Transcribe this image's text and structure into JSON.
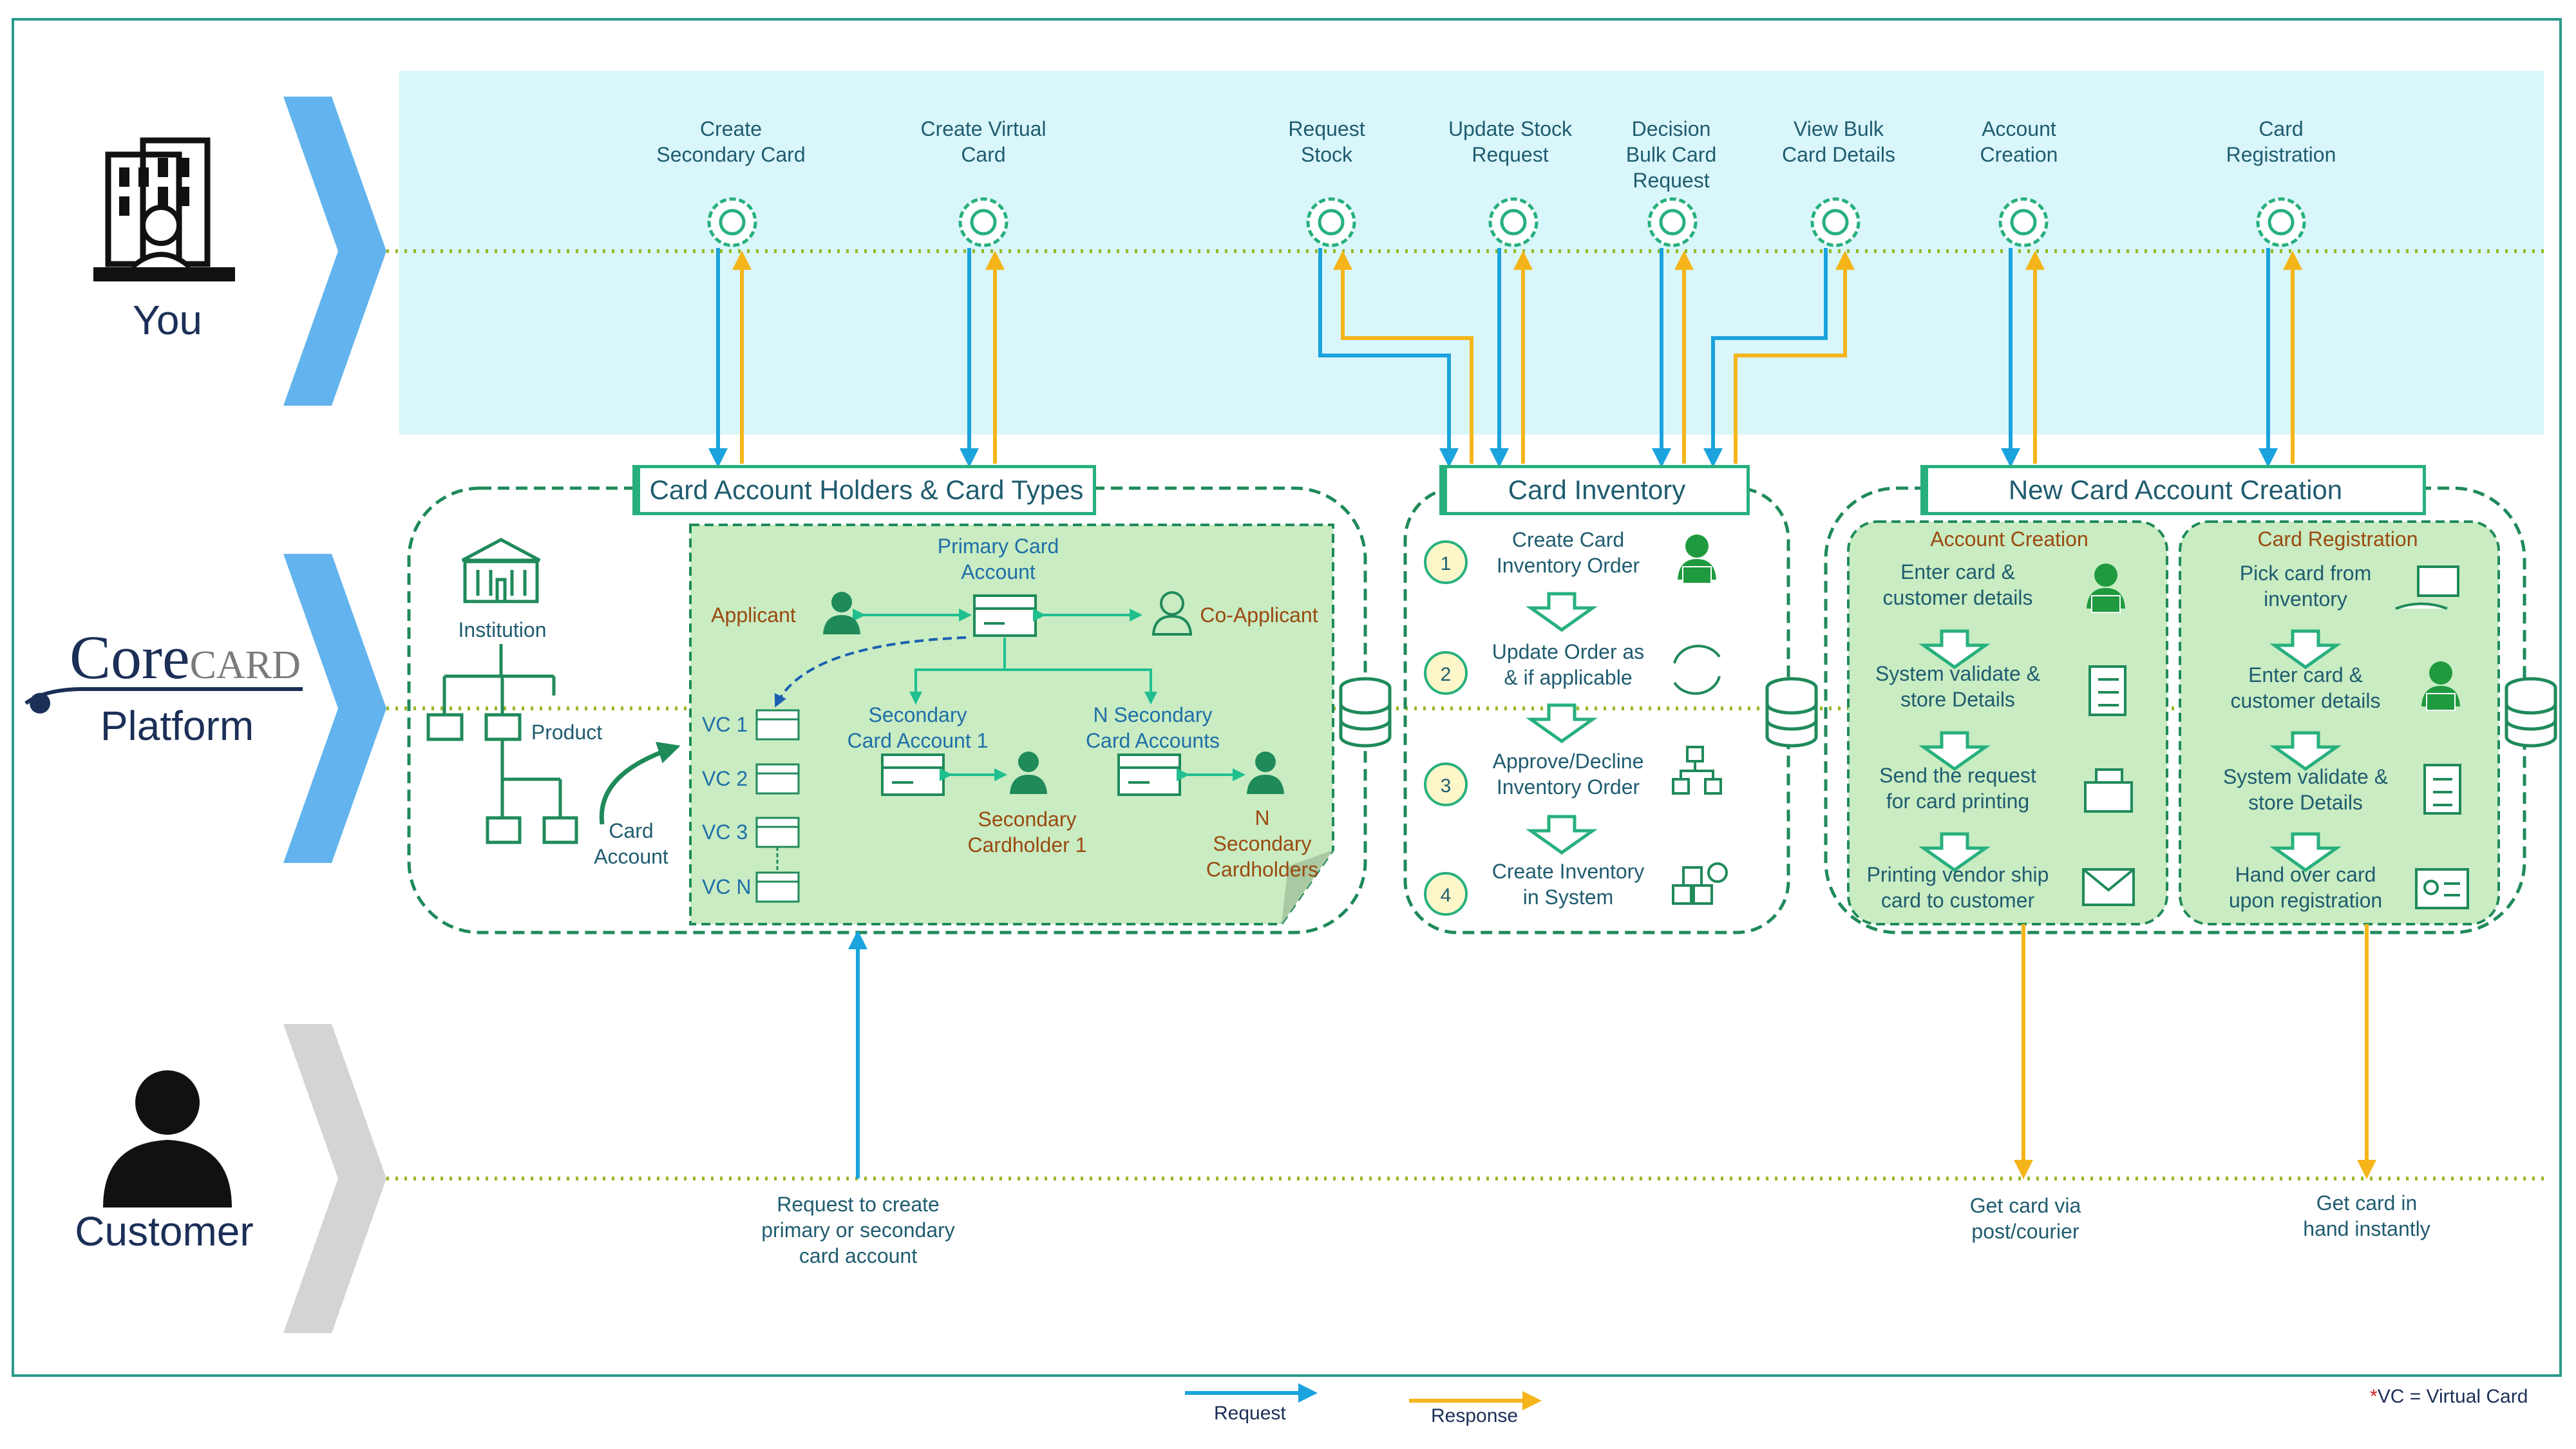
{
  "lanes": {
    "you": "You",
    "platform": "Platform",
    "customer": "Customer"
  },
  "brand": {
    "logo_text_core": "Core",
    "logo_text_card": "CARD"
  },
  "actions": [
    {
      "label_1": "Create",
      "label_2": "Secondary Card",
      "label_3": ""
    },
    {
      "label_1": "Create Virtual",
      "label_2": "Card",
      "label_3": ""
    },
    {
      "label_1": "Request",
      "label_2": "Stock",
      "label_3": ""
    },
    {
      "label_1": "Update Stock",
      "label_2": "Request",
      "label_3": ""
    },
    {
      "label_1": "Decision",
      "label_2": "Bulk Card",
      "label_3": "Request"
    },
    {
      "label_1": "View Bulk",
      "label_2": "Card Details",
      "label_3": ""
    },
    {
      "label_1": "Account",
      "label_2": "Creation",
      "label_3": ""
    },
    {
      "label_1": "Card",
      "label_2": "Registration",
      "label_3": ""
    }
  ],
  "sections": {
    "holders": {
      "title": "Card Account Holders & Card Types",
      "institution": "Institution",
      "product": "Product",
      "card_account_1": "Card",
      "card_account_2": "Account",
      "primary_1": "Primary Card",
      "primary_2": "Account",
      "applicant": "Applicant",
      "co_applicant": "Co-Applicant",
      "secondary_account_1": "Secondary",
      "secondary_account_2": "Card Account 1",
      "n_secondary_1": "N Secondary",
      "n_secondary_2": "Card Accounts",
      "secondary_holder_1": "Secondary",
      "secondary_holder_2": "Cardholder 1",
      "n_holder_1": "N",
      "n_holder_2": "Secondary",
      "n_holder_3": "Cardholders",
      "vc": [
        "VC 1",
        "VC 2",
        "VC 3",
        "VC N"
      ]
    },
    "inventory": {
      "title": "Card Inventory",
      "steps": [
        {
          "num": "1",
          "line1": "Create Card",
          "line2": "Inventory Order"
        },
        {
          "num": "2",
          "line1": "Update Order as",
          "line2": "& if applicable"
        },
        {
          "num": "3",
          "line1": "Approve/Decline",
          "line2": "Inventory Order"
        },
        {
          "num": "4",
          "line1": "Create Inventory",
          "line2": "in System"
        }
      ]
    },
    "new_account": {
      "title": "New Card Account Creation",
      "account_creation": {
        "title": "Account Creation",
        "steps": [
          {
            "line1": "Enter card &",
            "line2": "customer details"
          },
          {
            "line1": "System validate &",
            "line2": "store Details"
          },
          {
            "line1": "Send the request",
            "line2": "for card printing"
          },
          {
            "line1": "Printing vendor ship",
            "line2": "card to customer"
          }
        ]
      },
      "card_registration": {
        "title": "Card Registration",
        "steps": [
          {
            "line1": "Pick card from",
            "line2": "inventory"
          },
          {
            "line1": "Enter card &",
            "line2": "customer details"
          },
          {
            "line1": "System validate &",
            "line2": "store Details"
          },
          {
            "line1": "Hand over card",
            "line2": "upon registration"
          }
        ]
      }
    }
  },
  "customer_notes": {
    "request_1": "Request to create",
    "request_2": "primary or secondary",
    "request_3": "card account",
    "post_1": "Get card via",
    "post_2": "post/courier",
    "hand_1": "Get card in",
    "hand_2": "hand instantly"
  },
  "legend": {
    "request": "Request",
    "response": "Response",
    "footnote_mark": "*",
    "footnote": "VC = Virtual Card"
  },
  "colors": {
    "request": "#1aa3dc",
    "response": "#f5b51a",
    "section_border": "#1f8a5a",
    "green_fill": "#c9ecc2",
    "lane_top_fill": "#d9f6fb",
    "chevron_blue": "#63b4ee",
    "chevron_grey": "#d4d4d4"
  }
}
